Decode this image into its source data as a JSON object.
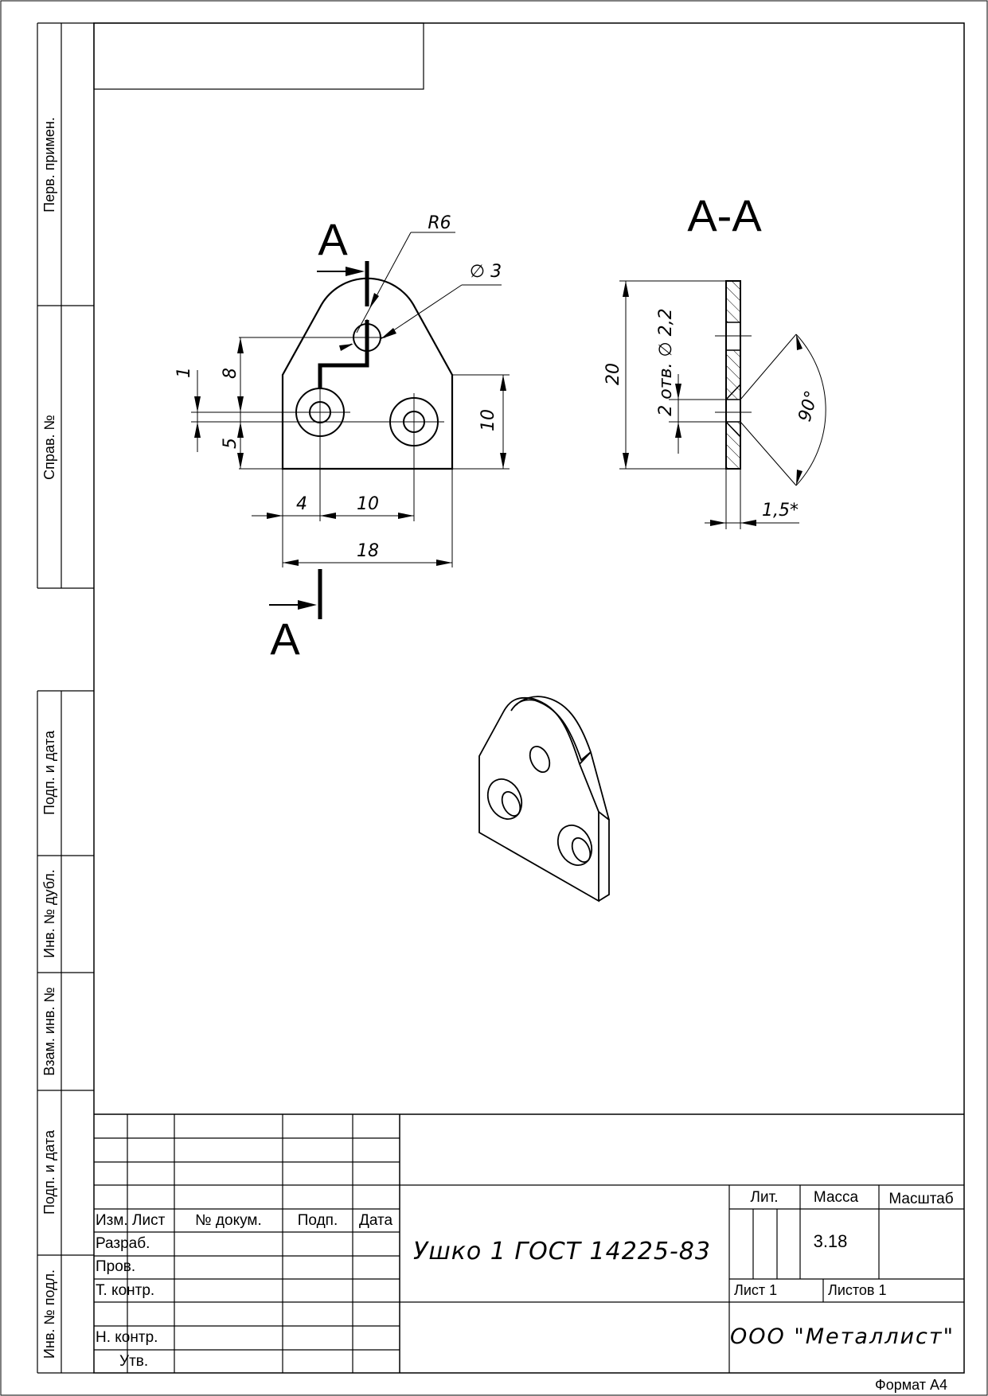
{
  "side_strip": {
    "perv_primen": "Перв. примен.",
    "sprav_no": "Справ. №",
    "podp_data_1": "Подп. и дата",
    "inv_dubl": "Инв. № дубл.",
    "vzam_inv": "Взам. инв. №",
    "podp_data_2": "Подп. и дата",
    "inv_podl": "Инв. № подл."
  },
  "drawing": {
    "section_mark": "А",
    "section_title": "А-А",
    "dims": {
      "r6": "R6",
      "d3": "∅ 3",
      "d1": "1",
      "d8": "8",
      "d5": "5",
      "d10_height": "10",
      "d4": "4",
      "d10_spacing": "10",
      "d18": "18",
      "d20": "20",
      "holes_note": "2 отв.  ∅ 2,2",
      "angle": "90°",
      "thickness": "1,5*"
    }
  },
  "title_block": {
    "headers": {
      "izm": "Изм.",
      "list": "Лист",
      "doc_no": "№ докум.",
      "podp": "Подп.",
      "data": "Дата"
    },
    "roles": {
      "razrab": "Разраб.",
      "prov": "Пров.",
      "t_kontr": "Т. контр.",
      "n_kontr": "Н. контр.",
      "utv": "Утв."
    },
    "designation": "Ушко 1 ГОСТ 14225-83",
    "lit_label": "Лит.",
    "massa_label": "Масса",
    "masshtab_label": "Масштаб",
    "massa_value": "3.18",
    "sheet_label": "Лист 1",
    "sheets_label": "Листов 1",
    "organization": "ООО \"Металлист\""
  },
  "format": "Формат А4"
}
